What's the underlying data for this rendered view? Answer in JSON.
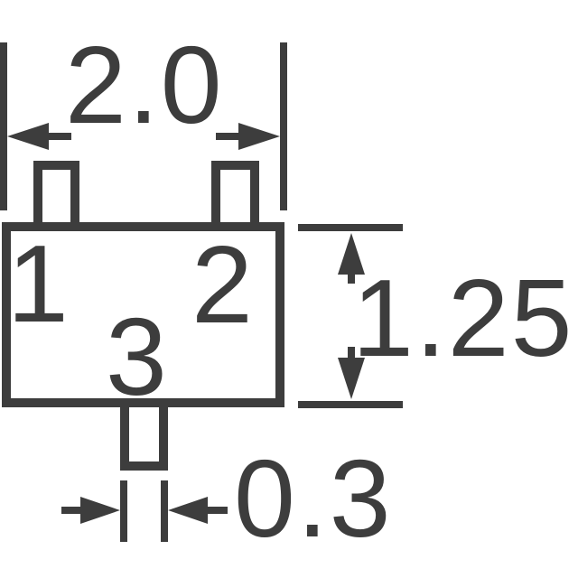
{
  "colors": {
    "ink": "#3d3d3d",
    "background": "#ffffff"
  },
  "package": {
    "pin_labels": {
      "pin1": "1",
      "pin2": "2",
      "pin3": "3"
    }
  },
  "dimensions": {
    "body_width": "2.0",
    "body_height": "1.25",
    "lead_width": "0.3"
  }
}
